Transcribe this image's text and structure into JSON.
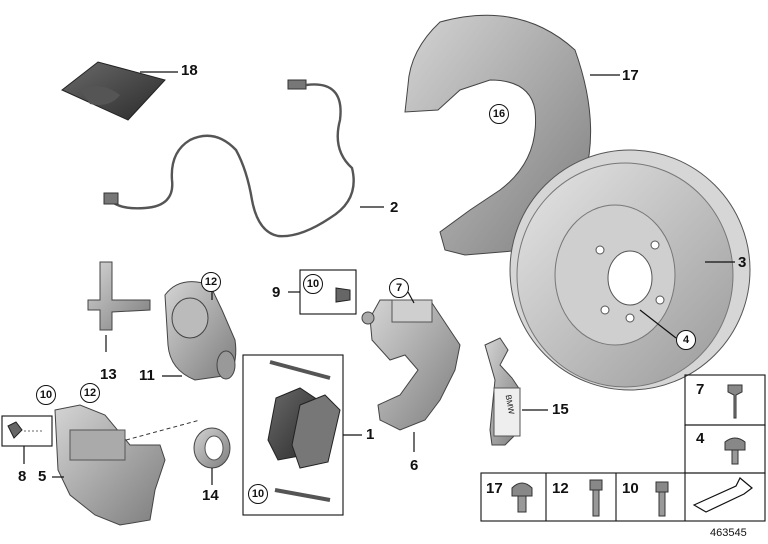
{
  "diagram": {
    "document_number": "463545",
    "callouts": [
      {
        "id": "c1",
        "text": "1"
      },
      {
        "id": "c2",
        "text": "2"
      },
      {
        "id": "c3",
        "text": "3"
      },
      {
        "id": "c4",
        "text": "4"
      },
      {
        "id": "c5",
        "text": "5"
      },
      {
        "id": "c6",
        "text": "6"
      },
      {
        "id": "c7",
        "text": "7"
      },
      {
        "id": "c8",
        "text": "8"
      },
      {
        "id": "c9",
        "text": "9"
      },
      {
        "id": "c10a",
        "text": "10"
      },
      {
        "id": "c10b",
        "text": "10"
      },
      {
        "id": "c10c",
        "text": "10"
      },
      {
        "id": "c11",
        "text": "11"
      },
      {
        "id": "c12a",
        "text": "12"
      },
      {
        "id": "c12b",
        "text": "12"
      },
      {
        "id": "c13",
        "text": "13"
      },
      {
        "id": "c14",
        "text": "14"
      },
      {
        "id": "c15",
        "text": "15"
      },
      {
        "id": "c16",
        "text": "16"
      },
      {
        "id": "c17",
        "text": "17"
      },
      {
        "id": "c18",
        "text": "18"
      }
    ],
    "parts_grid": {
      "cells": [
        "7",
        "4",
        "17",
        "12",
        "10"
      ]
    },
    "brand_mark": "BMW"
  }
}
